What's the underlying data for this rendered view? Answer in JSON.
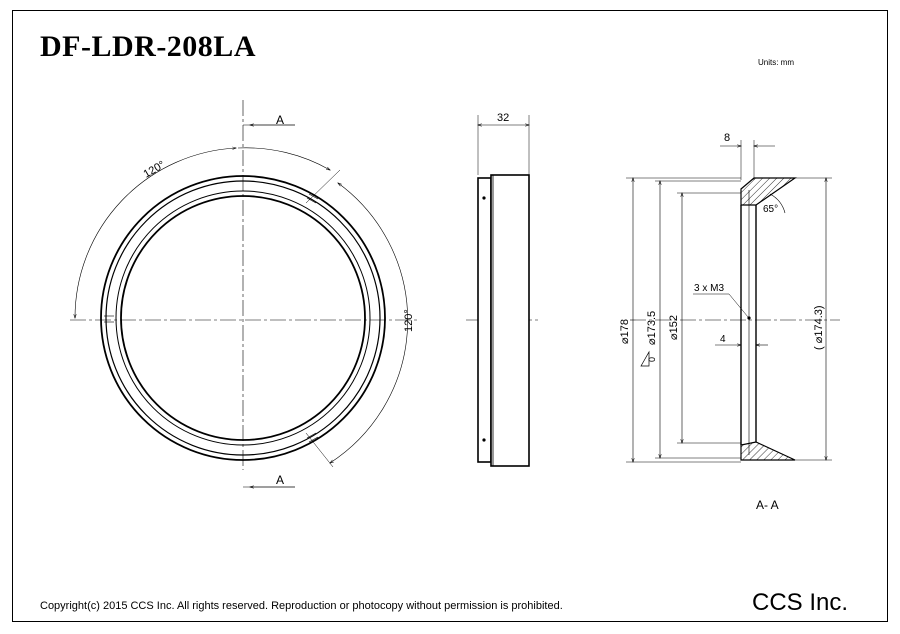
{
  "drawing": {
    "title": "DF-LDR-208LA",
    "units": "Units: mm",
    "copyright": "Copyright(c) 2015 CCS Inc. All rights reserved.  Reproduction or photocopy without permission is prohibited.",
    "company": "CCS Inc."
  },
  "front_view": {
    "section_label_top": "A",
    "section_label_bottom": "A",
    "angle_top": "120°",
    "angle_right": "120°"
  },
  "side_view": {
    "width_dim": "32"
  },
  "section_view": {
    "title": "A- A",
    "dim_top_width": "8",
    "dim_angle": "65°",
    "dim_outer": "⌀178",
    "dim_173": "⌀173.5",
    "dim_152": "⌀152",
    "dim_ref": "( ⌀174.3)",
    "dim_tap": "3 x M3",
    "dim_4": "4",
    "datum": "0"
  },
  "colors": {
    "line": "#000000",
    "hatch": "#000000",
    "background": "#ffffff"
  }
}
